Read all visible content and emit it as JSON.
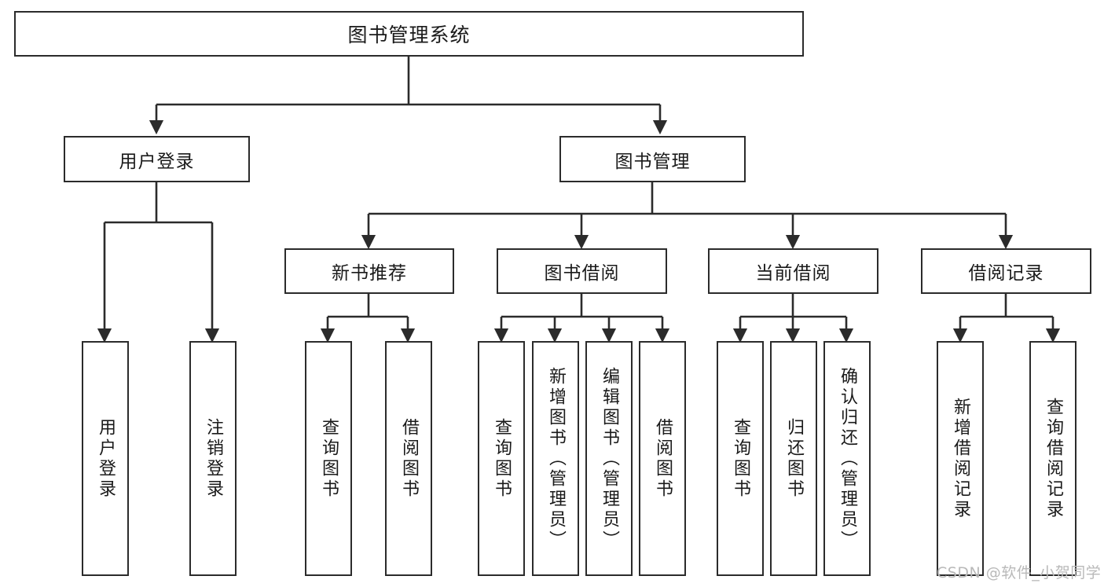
{
  "diagram": {
    "title": "图书管理系统",
    "type": "tree",
    "root": {
      "id": "root",
      "label": "图书管理系统",
      "level": 1
    },
    "level2": [
      {
        "id": "user-login",
        "label": "用户登录"
      },
      {
        "id": "book-management",
        "label": "图书管理"
      }
    ],
    "level3": [
      {
        "id": "new-book-recommend",
        "label": "新书推荐",
        "parent": "book-management"
      },
      {
        "id": "book-borrow",
        "label": "图书借阅",
        "parent": "book-management"
      },
      {
        "id": "current-borrow",
        "label": "当前借阅",
        "parent": "book-management"
      },
      {
        "id": "borrow-record",
        "label": "借阅记录",
        "parent": "book-management"
      }
    ],
    "leaves": [
      {
        "id": "leaf-user-login",
        "label": "用户登录",
        "parent": "user-login"
      },
      {
        "id": "leaf-logout-login",
        "label": "注销登录",
        "parent": "user-login"
      },
      {
        "id": "leaf-query-book-1",
        "label": "查询图书",
        "parent": "new-book-recommend"
      },
      {
        "id": "leaf-borrow-book-1",
        "label": "借阅图书",
        "parent": "new-book-recommend"
      },
      {
        "id": "leaf-query-book-2",
        "label": "查询图书",
        "parent": "book-borrow"
      },
      {
        "id": "leaf-add-book",
        "label": "新增图书（管理员）",
        "parent": "book-borrow"
      },
      {
        "id": "leaf-edit-book",
        "label": "编辑图书（管理员）",
        "parent": "book-borrow"
      },
      {
        "id": "leaf-borrow-book-2",
        "label": "借阅图书",
        "parent": "book-borrow"
      },
      {
        "id": "leaf-query-book-3",
        "label": "查询图书",
        "parent": "current-borrow"
      },
      {
        "id": "leaf-return-book",
        "label": "归还图书",
        "parent": "current-borrow"
      },
      {
        "id": "leaf-confirm-return",
        "label": "确认归还（管理员）",
        "parent": "current-borrow"
      },
      {
        "id": "leaf-add-record",
        "label": "新增借阅记录",
        "parent": "borrow-record"
      },
      {
        "id": "leaf-query-record",
        "label": "查询借阅记录",
        "parent": "borrow-record"
      }
    ],
    "watermark": "CSDN @软件_小贺同学",
    "colors": {
      "stroke": "#2b2b2b",
      "background": "#ffffff",
      "text": "#1a1a1a",
      "watermark": "#b9b9b9"
    }
  }
}
